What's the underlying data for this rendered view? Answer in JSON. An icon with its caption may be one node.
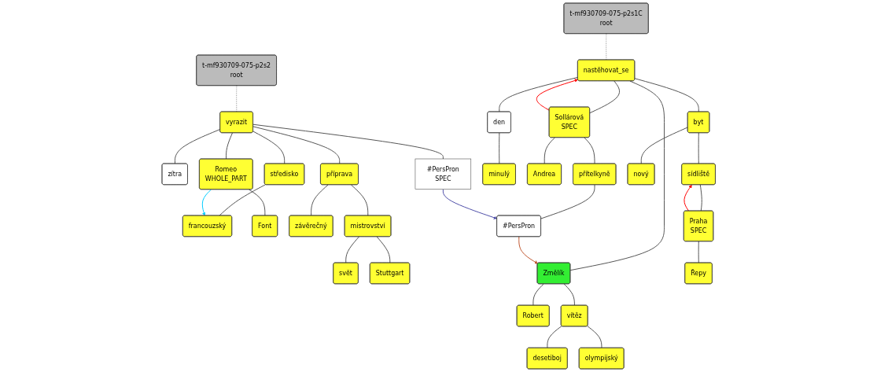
{
  "diagram": {
    "nodes": [
      {
        "text": [
          "t-mf930709-075-p2s1C",
          "root"
        ]
      },
      {
        "text": [
          "nastěhovat_se"
        ]
      },
      {
        "text": [
          "Změlík"
        ]
      },
      {
        "text": [
          "den"
        ]
      },
      {
        "text": [
          "Sollárová",
          "SPEC"
        ]
      },
      {
        "text": [
          "byt"
        ]
      },
      {
        "text": [
          "Robert"
        ]
      },
      {
        "text": [
          "vítěz"
        ]
      },
      {
        "text": [
          "minulý"
        ]
      },
      {
        "text": [
          "Andrea"
        ]
      },
      {
        "text": [
          "přítelkyně"
        ]
      },
      {
        "text": [
          "nový"
        ]
      },
      {
        "text": [
          "sídliště"
        ]
      },
      {
        "text": [
          "desetiboj"
        ]
      },
      {
        "text": [
          "olympijský"
        ]
      },
      {
        "text": [
          "#PersPron"
        ]
      },
      {
        "text": [
          "Praha",
          "SPEC"
        ]
      },
      {
        "text": [
          "Řepy"
        ]
      },
      {
        "text": [
          "t-mf930709-075-p2s2",
          "root"
        ]
      },
      {
        "text": [
          "vyrazit"
        ]
      },
      {
        "text": [
          "zítra"
        ]
      },
      {
        "text": [
          "#PersPron",
          "SPEC"
        ]
      },
      {
        "text": [
          "středisko"
        ]
      },
      {
        "text": [
          "Romeo",
          "WHOLE_PART"
        ]
      },
      {
        "text": [
          "příprava"
        ]
      },
      {
        "text": [
          "francouzský"
        ]
      },
      {
        "text": [
          "Font"
        ]
      },
      {
        "text": [
          "závěrečný"
        ]
      },
      {
        "text": [
          "mistrovství"
        ]
      },
      {
        "text": [
          "svět"
        ]
      },
      {
        "text": [
          "Stuttgart"
        ]
      }
    ],
    "edges": [
      {
        "from": 0,
        "to": 1,
        "arrow": "none",
        "style": "dashed",
        "color": "#888888"
      },
      {
        "from": 1,
        "to": 2,
        "arrow": "none"
      },
      {
        "from": 1,
        "to": 3,
        "arrow": "none"
      },
      {
        "from": 1,
        "to": 4,
        "arrow": "none"
      },
      {
        "from": 1,
        "to": 5,
        "arrow": "none"
      },
      {
        "from": 2,
        "to": 6,
        "arrow": "none"
      },
      {
        "from": 2,
        "to": 7,
        "arrow": "none"
      },
      {
        "from": 3,
        "to": 8,
        "arrow": "none"
      },
      {
        "from": 4,
        "to": 9,
        "arrow": "none"
      },
      {
        "from": 4,
        "to": 10,
        "arrow": "none"
      },
      {
        "from": 5,
        "to": 11,
        "arrow": "none"
      },
      {
        "from": 5,
        "to": 12,
        "arrow": "none"
      },
      {
        "from": 7,
        "to": 13,
        "arrow": "none"
      },
      {
        "from": 7,
        "to": 14,
        "arrow": "none"
      },
      {
        "from": 10,
        "to": 15,
        "arrow": "none"
      },
      {
        "from": 12,
        "to": 16,
        "arrow": "none"
      },
      {
        "from": 16,
        "to": 17,
        "arrow": "none"
      },
      {
        "from": 4,
        "to": 1,
        "arrow": "to",
        "color": "#ff0000"
      },
      {
        "from": 16,
        "to": 12,
        "arrow": "to",
        "color": "#ff0000"
      },
      {
        "from": 15,
        "to": 2,
        "arrow": "to",
        "color": "#c0562f"
      },
      {
        "from": 18,
        "to": 19,
        "arrow": "none",
        "style": "dashed",
        "color": "#888888"
      },
      {
        "from": 19,
        "to": 20,
        "arrow": "none"
      },
      {
        "from": 19,
        "to": 21,
        "arrow": "none"
      },
      {
        "from": 19,
        "to": 22,
        "arrow": "none"
      },
      {
        "from": 19,
        "to": 23,
        "arrow": "none"
      },
      {
        "from": 19,
        "to": 24,
        "arrow": "none"
      },
      {
        "from": 22,
        "to": 25,
        "arrow": "none"
      },
      {
        "from": 23,
        "to": 26,
        "arrow": "none"
      },
      {
        "from": 24,
        "to": 27,
        "arrow": "none"
      },
      {
        "from": 24,
        "to": 28,
        "arrow": "none"
      },
      {
        "from": 28,
        "to": 29,
        "arrow": "none"
      },
      {
        "from": 28,
        "to": 30,
        "arrow": "none"
      },
      {
        "from": 21,
        "to": 15,
        "arrow": "to",
        "color": "#4f4fa8"
      },
      {
        "from": 23,
        "to": 25,
        "arrow": "to",
        "color": "#00ccff"
      }
    ]
  }
}
